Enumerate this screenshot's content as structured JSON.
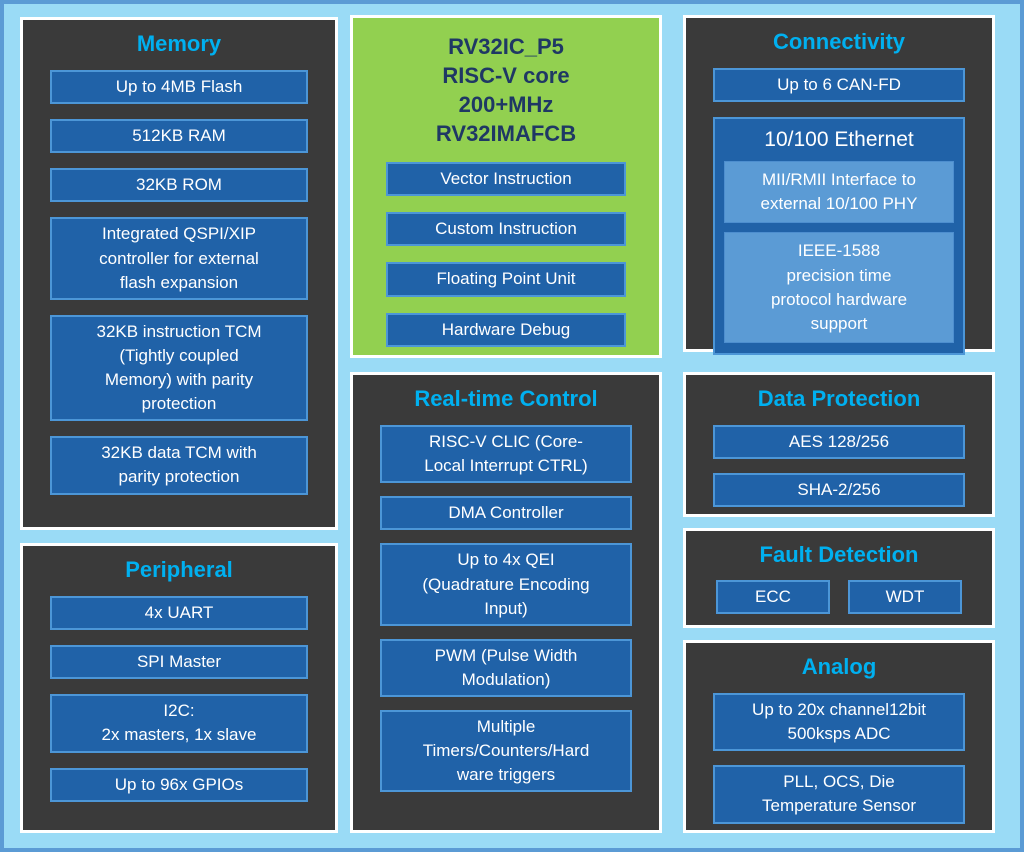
{
  "colors": {
    "background": "#9ADBF6",
    "frame_border": "#5B9BD5",
    "panel_background": "#3A3A3A",
    "panel_border": "#FFFFFF",
    "box_fill": "#2062A8",
    "box_border": "#4C96D7",
    "light_box_fill": "#5B9BD5",
    "green_panel": "#92D050",
    "title_cyan": "#00B0F0",
    "navy_text": "#1F3864",
    "box_text": "#FFFFFF"
  },
  "panels": {
    "memory": {
      "title": "Memory",
      "items": [
        "Up to 4MB Flash",
        "512KB RAM",
        "32KB ROM",
        "Integrated QSPI/XIP\ncontroller for external\nflash expansion",
        "32KB instruction TCM\n(Tightly coupled\nMemory) with parity\nprotection",
        "32KB data TCM with\nparity protection"
      ]
    },
    "core": {
      "heading": "RV32IC_P5\nRISC-V core\n200+MHz\nRV32IMAFCB",
      "items": [
        "Vector Instruction",
        "Custom Instruction",
        "Floating Point Unit",
        "Hardware Debug"
      ]
    },
    "connectivity": {
      "title": "Connectivity",
      "can_fd": "Up to 6 CAN-FD",
      "ethernet": {
        "label": "10/100 Ethernet",
        "items": [
          "MII/RMII Interface to\nexternal 10/100 PHY",
          "IEEE-1588\nprecision time\nprotocol hardware\nsupport"
        ]
      }
    },
    "realtime": {
      "title": "Real-time Control",
      "items": [
        "RISC-V CLIC (Core-\nLocal Interrupt CTRL)",
        "DMA Controller",
        "Up to 4x QEI\n(Quadrature Encoding\nInput)",
        "PWM (Pulse Width\nModulation)",
        "Multiple\nTimers/Counters/Hard\nware triggers"
      ]
    },
    "data_protection": {
      "title": "Data Protection",
      "items": [
        "AES 128/256",
        "SHA-2/256"
      ]
    },
    "fault_detection": {
      "title": "Fault Detection",
      "items": [
        "ECC",
        "WDT"
      ]
    },
    "analog": {
      "title": "Analog",
      "items": [
        "Up to 20x channel12bit\n500ksps ADC",
        "PLL, OCS, Die\nTemperature Sensor"
      ]
    },
    "peripheral": {
      "title": "Peripheral",
      "items": [
        "4x UART",
        "SPI Master",
        "I2C:\n2x masters, 1x slave",
        "Up to 96x GPIOs"
      ]
    }
  }
}
